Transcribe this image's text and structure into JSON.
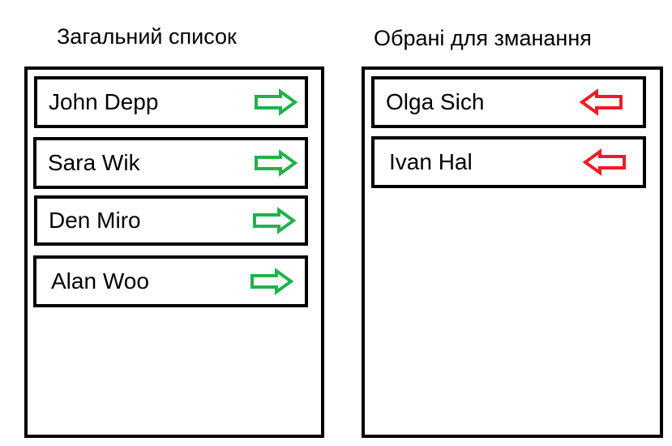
{
  "general_list": {
    "title": "Загальний список",
    "items": [
      {
        "name": "John Depp",
        "action_icon": "arrow-right-icon"
      },
      {
        "name": "Sara Wik",
        "action_icon": "arrow-right-icon"
      },
      {
        "name": "Den Miro",
        "action_icon": "arrow-right-icon"
      },
      {
        "name": "Alan Woo",
        "action_icon": "arrow-right-icon"
      }
    ]
  },
  "selected_list": {
    "title": "Обрані для зманання",
    "items": [
      {
        "name": "Olga Sich",
        "action_icon": "arrow-left-icon"
      },
      {
        "name": "Ivan Hal",
        "action_icon": "arrow-left-icon"
      }
    ]
  },
  "colors": {
    "add_arrow": "#22B14C",
    "remove_arrow": "#ED1C24",
    "border": "#000000"
  }
}
